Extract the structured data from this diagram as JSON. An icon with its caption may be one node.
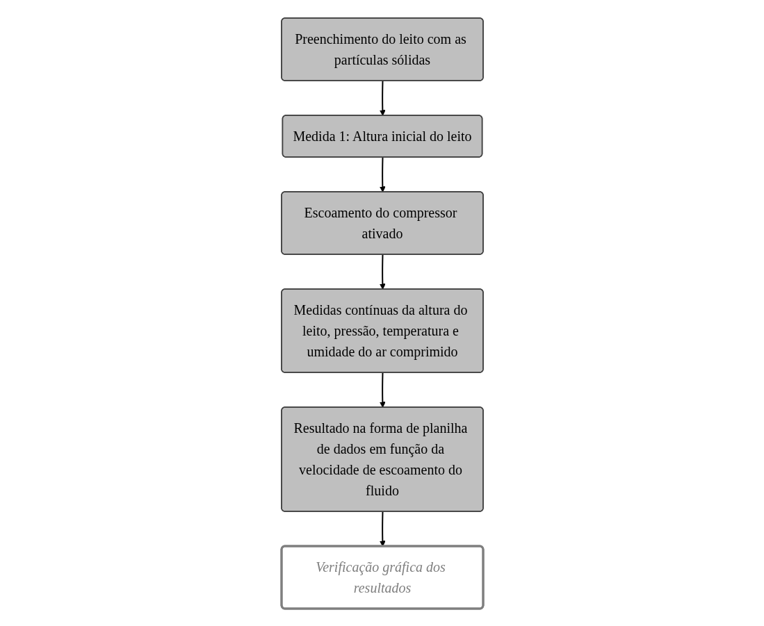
{
  "diagram": {
    "nodes": [
      {
        "text": [
          "Preenchimento do leito com as partículas sólidas"
        ]
      },
      {
        "text": [
          "Medida 1: Altura inicial do leito"
        ]
      },
      {
        "text": [
          "Escoamento do compressor ativado"
        ]
      },
      {
        "text": [
          "Medidas contínuas da altura do leito, pressão, temperatura e umidade do ar comprimido"
        ]
      },
      {
        "text": [
          "Resultado na forma de planilha de dados em função da velocidade de escoamento do fluido"
        ]
      },
      {
        "text": [
          "Verificação gráfica dos resultados"
        ]
      }
    ],
    "edges": [
      {
        "from": 0,
        "to": 1,
        "arrow": "to"
      },
      {
        "from": 1,
        "to": 2,
        "arrow": "to"
      },
      {
        "from": 2,
        "to": 3,
        "arrow": "to"
      },
      {
        "from": 3,
        "to": 4,
        "arrow": "to"
      },
      {
        "from": 4,
        "to": 5,
        "arrow": "to"
      }
    ]
  }
}
